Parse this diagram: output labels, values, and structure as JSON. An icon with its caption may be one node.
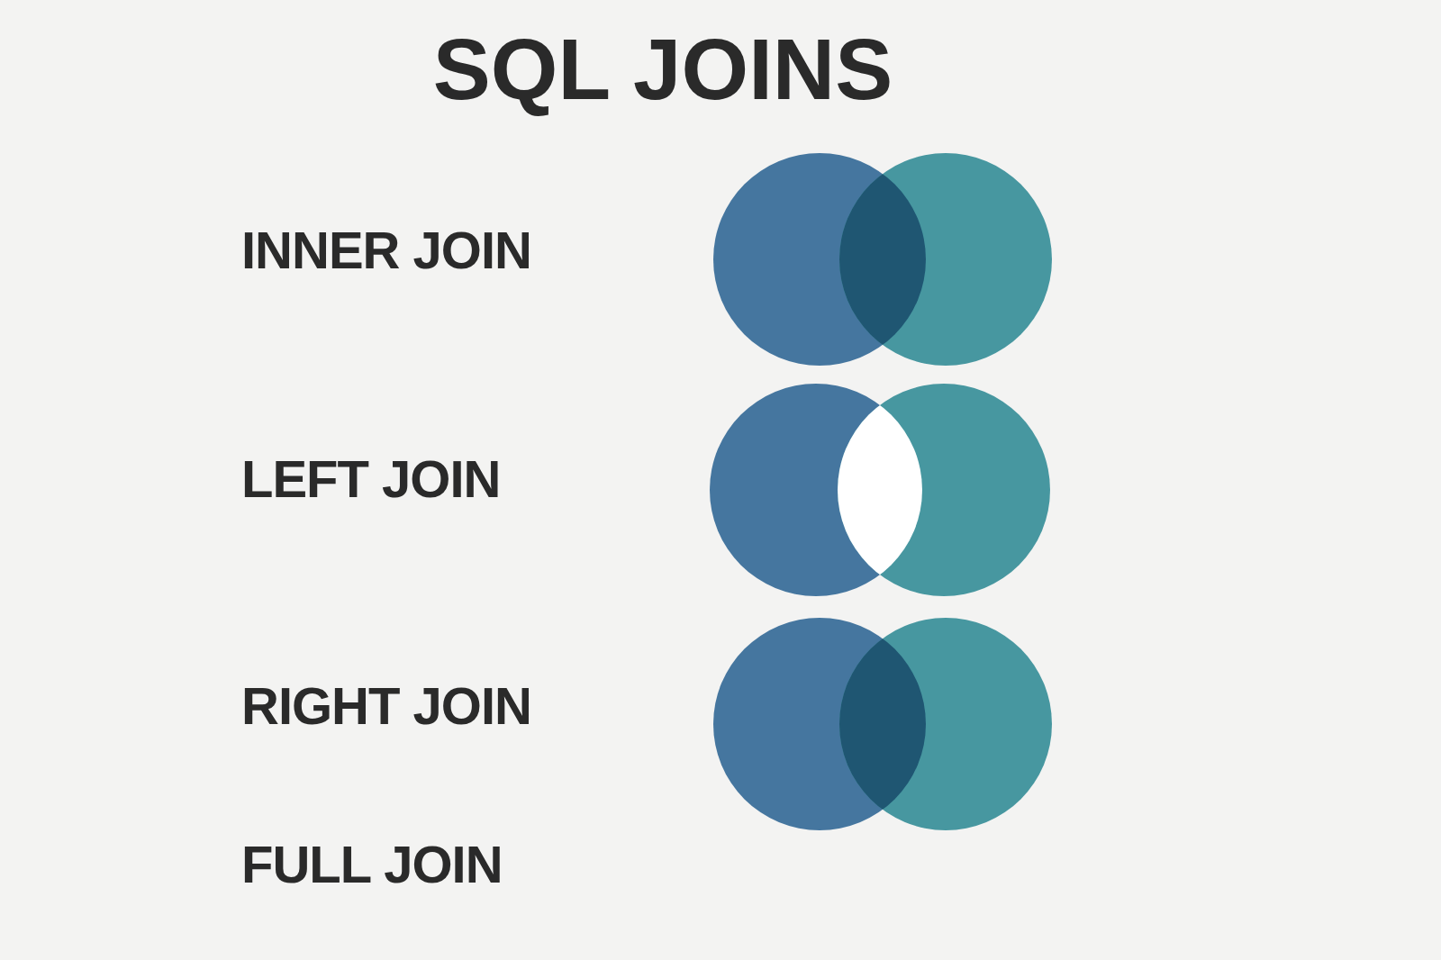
{
  "diagram": {
    "title": "SQL JOINS",
    "labels": [
      "INNER JOIN",
      "LEFT JOIN",
      "RIGHT JOIN",
      "FULL JOIN"
    ]
  }
}
